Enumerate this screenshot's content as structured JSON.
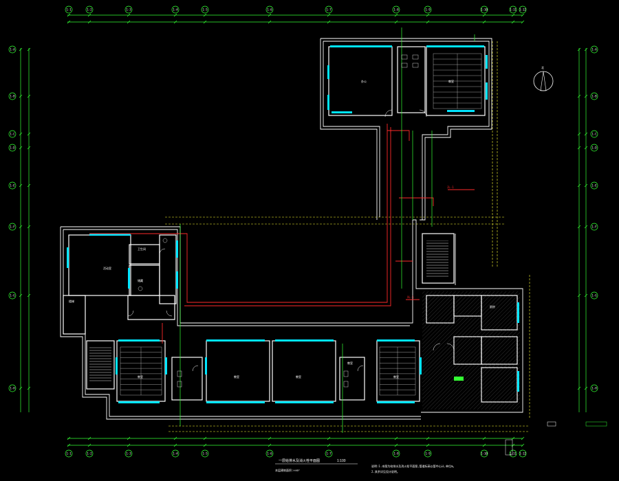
{
  "drawing": {
    "title": "一层给排水及消火栓平面图",
    "scale": "1:100",
    "note_line_1": "说明:1.本图为给排水及消火栓平面图,管道标高以管中心计,单位m。",
    "note_line_2": "2.其余详见设计说明。",
    "area_note": "本层建筑面积:××m²",
    "north_label": "北"
  },
  "rooms": {
    "r_top_left": "办公",
    "r_top_right": "教室",
    "r_left_big": "活动室",
    "r_left_a": "卫生间",
    "r_left_b": "储藏",
    "r_left_c": "楼梯",
    "r_bottom_1": "教室",
    "r_bottom_2": "教室",
    "r_bottom_3": "教室",
    "r_bottom_4": "教室",
    "r_bottom_5": "教室",
    "r_right": "厨房"
  },
  "colors": {
    "grid": "#33ff33",
    "wall": "#ffffff",
    "window": "#00e5ff",
    "pipe": "#ff2a2a",
    "yellow_line": "#ffff33",
    "hatch": "#8a8a8a"
  },
  "grid_labels": {
    "top": [
      "1-1",
      "1-2",
      "1-3",
      "1-4",
      "1-5",
      "1-6",
      "1-7",
      "1-8",
      "1-9",
      "1-10",
      "1-11",
      "1-12"
    ],
    "bottom": [
      "1-1",
      "1-2",
      "1-3",
      "1-4",
      "1-5",
      "1-6",
      "1-7",
      "1-8",
      "1-9",
      "1-10",
      "1-11",
      "1-12"
    ],
    "left": [
      "1-A",
      "1-B",
      "1-C",
      "1-D",
      "1-E",
      "1-F",
      "1-G",
      "1-H"
    ],
    "right": [
      "1-A",
      "1-B",
      "1-C",
      "1-D",
      "1-E",
      "1-F",
      "1-G",
      "1-H"
    ]
  }
}
